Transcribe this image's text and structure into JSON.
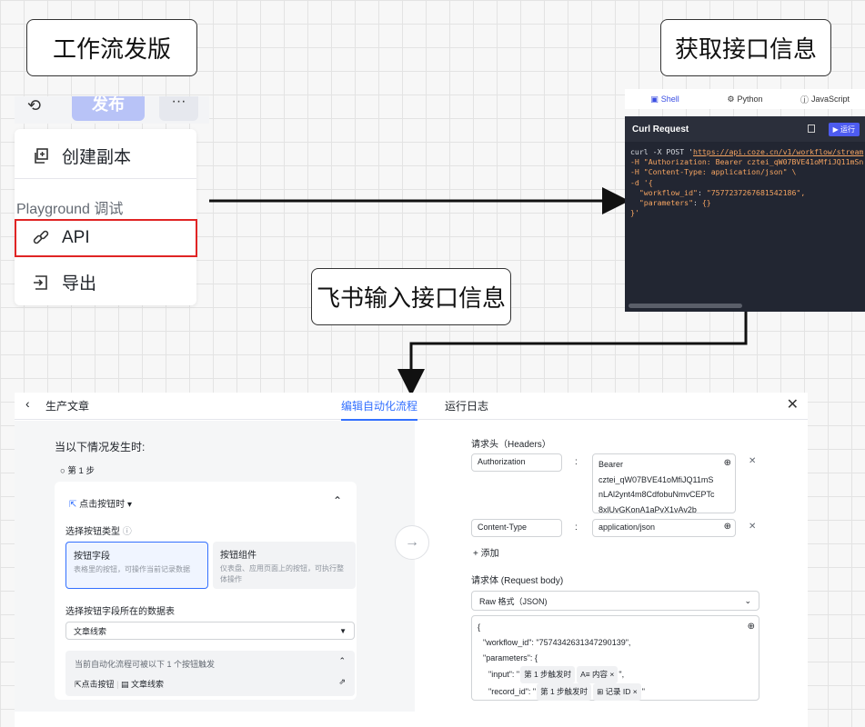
{
  "annotations": {
    "workflow_publish": "工作流发版",
    "get_api_info": "获取接口信息",
    "feishu_input": "飞书输入接口信息"
  },
  "menu": {
    "publish_label": "发布",
    "more_label": "···",
    "items": [
      {
        "label": "创建副本"
      },
      {
        "label": "API"
      },
      {
        "label": "导出"
      }
    ],
    "section_label": "Playground 调试"
  },
  "code_panel": {
    "tabs": [
      "Shell",
      "Python",
      "JavaScript"
    ],
    "active_tab": "Shell",
    "title": "Curl Request",
    "run_label": "运行",
    "lines": {
      "l1_prefix": "curl -X POST '",
      "l1_url": "https://api.coze.cn/v1/workflow/stream",
      "l2": "-H \"Authorization: Bearer cztei_qW07BVE41oMfiJQ11mSn",
      "l3": "-H \"Content-Type: application/json\" \\",
      "l4": "-d '{",
      "l5_key": "\"workflow_id\"",
      "l5_val": "\"7577237267681542186\",",
      "l6_key": "\"parameters\"",
      "l6_val": "{}",
      "l7": "}'"
    }
  },
  "editor": {
    "back_label": "生产文章",
    "tabs": {
      "edit": "编辑自动化流程",
      "log": "运行日志"
    },
    "when_label": "当以下情况发生时:",
    "step_label": "第 1 步",
    "trigger": {
      "name": "点击按钮时",
      "type_label": "选择按钮类型",
      "options": [
        {
          "title": "按钮字段",
          "desc": "表格里的按钮，可操作当前记录数据"
        },
        {
          "title": "按钮组件",
          "desc": "仪表盘、应用页面上的按钮，可执行整体操作"
        }
      ],
      "table_label": "选择按钮字段所在的数据表",
      "table_value": "文章线索",
      "hint": "当前自动化流程可被以下 1 个按钮触发",
      "hint_items": [
        "点击按钮",
        "文章线索"
      ]
    },
    "headers_label": "请求头（Headers）",
    "headers": [
      {
        "key": "Authorization",
        "value_lines": [
          "Bearer",
          "cztei_qW07BVE41oMfiJQ11mS",
          "nLAl2ynt4m8CdfobuNmvCEPTc",
          "8xlUvGKonA1aPvX1vAv2b"
        ]
      },
      {
        "key": "Content-Type",
        "value_lines": [
          "application/json"
        ]
      }
    ],
    "add_label": "+ 添加",
    "body_label": "请求体 (Request body)",
    "body_format": "Raw 格式（JSON)",
    "body_lines": {
      "open": "{",
      "wf_key": "\"workflow_id\": \"7574342631347290139\",",
      "params_key": "\"parameters\": {",
      "input_key": "\"input\": \"",
      "input_chip1": "第 1 步触发时",
      "input_chip2": "A≡ 内容 ×",
      "input_end": "\",",
      "record_key": "\"record_id\": \"",
      "record_chip1": "第 1 步触发时",
      "record_chip2": "⊞ 记录 ID ×",
      "record_end": "\""
    }
  }
}
